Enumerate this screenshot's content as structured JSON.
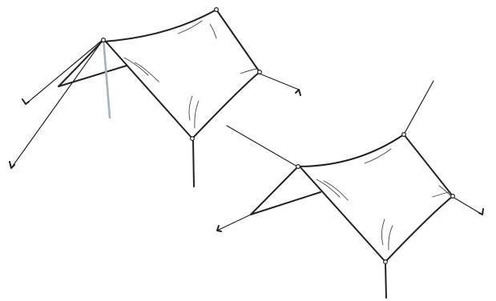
{
  "illustration": {
    "subject": "tarp-shelter-pitching-illustration",
    "tarp_count": 2,
    "colors": {
      "background": "#ffffff",
      "outline": "#222222",
      "fold_lines": "#444444",
      "pole": "#a9b2ba"
    },
    "tarps": [
      {
        "name": "tarp-with-pole",
        "has_pole": true
      },
      {
        "name": "tarp-without-pole",
        "has_pole": false
      }
    ]
  }
}
